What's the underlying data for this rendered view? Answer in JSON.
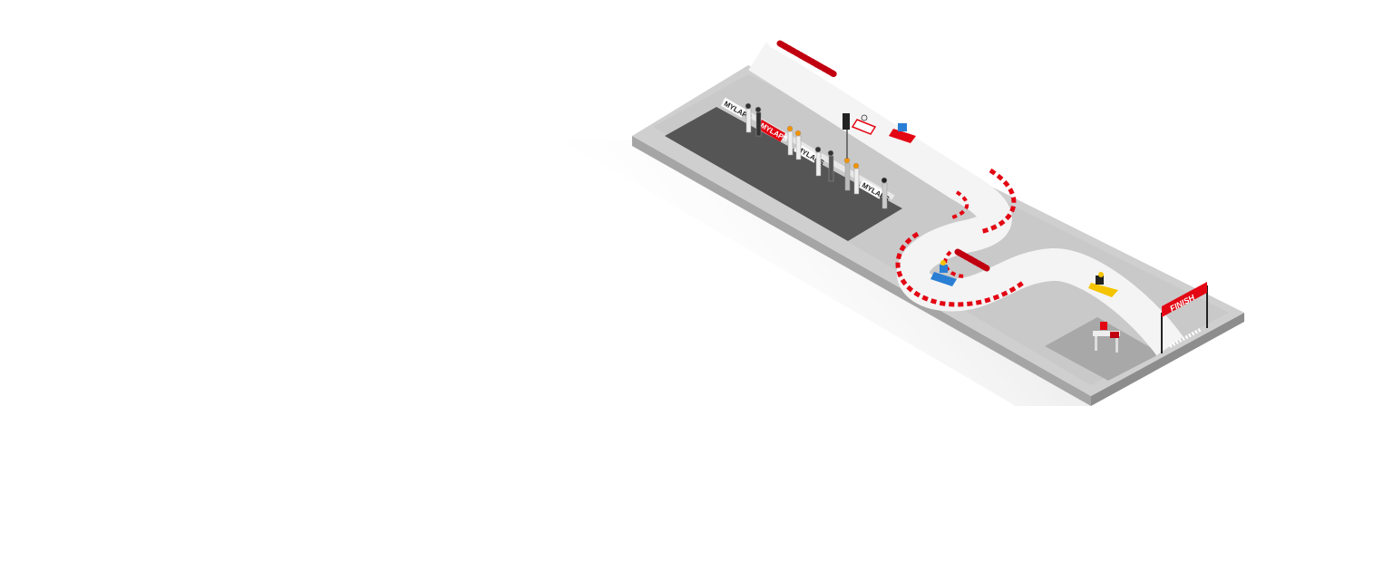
{
  "scene": {
    "banners": [
      "MYLAPS",
      "MYLAPS",
      "MYLAPS",
      "MYLAPS"
    ],
    "finish_label": "FINISH"
  },
  "colors": {
    "brand_red": "#e30613",
    "platform_top": "#cfcfcf",
    "platform_side": "#9a9a9a",
    "pit_area": "#555555",
    "track": "#f2f2f2",
    "kart_yellow": "#f5c400",
    "kart_blue": "#2a7fd4"
  }
}
